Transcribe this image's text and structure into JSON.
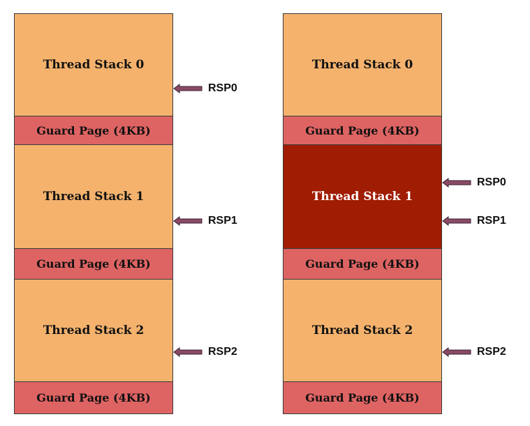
{
  "left": {
    "blocks": [
      {
        "label": "Thread Stack 0"
      },
      {
        "label": "Guard Page (4KB)"
      },
      {
        "label": "Thread Stack 1"
      },
      {
        "label": "Guard Page (4KB)"
      },
      {
        "label": "Thread Stack 2"
      },
      {
        "label": "Guard Page (4KB)"
      }
    ],
    "pointers": [
      {
        "label": "RSP0"
      },
      {
        "label": "RSP1"
      },
      {
        "label": "RSP2"
      }
    ]
  },
  "right": {
    "blocks": [
      {
        "label": "Thread Stack 0"
      },
      {
        "label": "Guard Page (4KB)"
      },
      {
        "label": "Thread Stack 1"
      },
      {
        "label": "Guard Page (4KB)"
      },
      {
        "label": "Thread Stack 2"
      },
      {
        "label": "Guard Page (4KB)"
      }
    ],
    "pointers": [
      {
        "label": "RSP0"
      },
      {
        "label": "RSP1"
      },
      {
        "label": "RSP2"
      }
    ]
  },
  "colors": {
    "stack": "#f4b26d",
    "guard_page": "#de6463",
    "overflowed_stack": "#a01c02",
    "arrow": "#8a4a66"
  }
}
